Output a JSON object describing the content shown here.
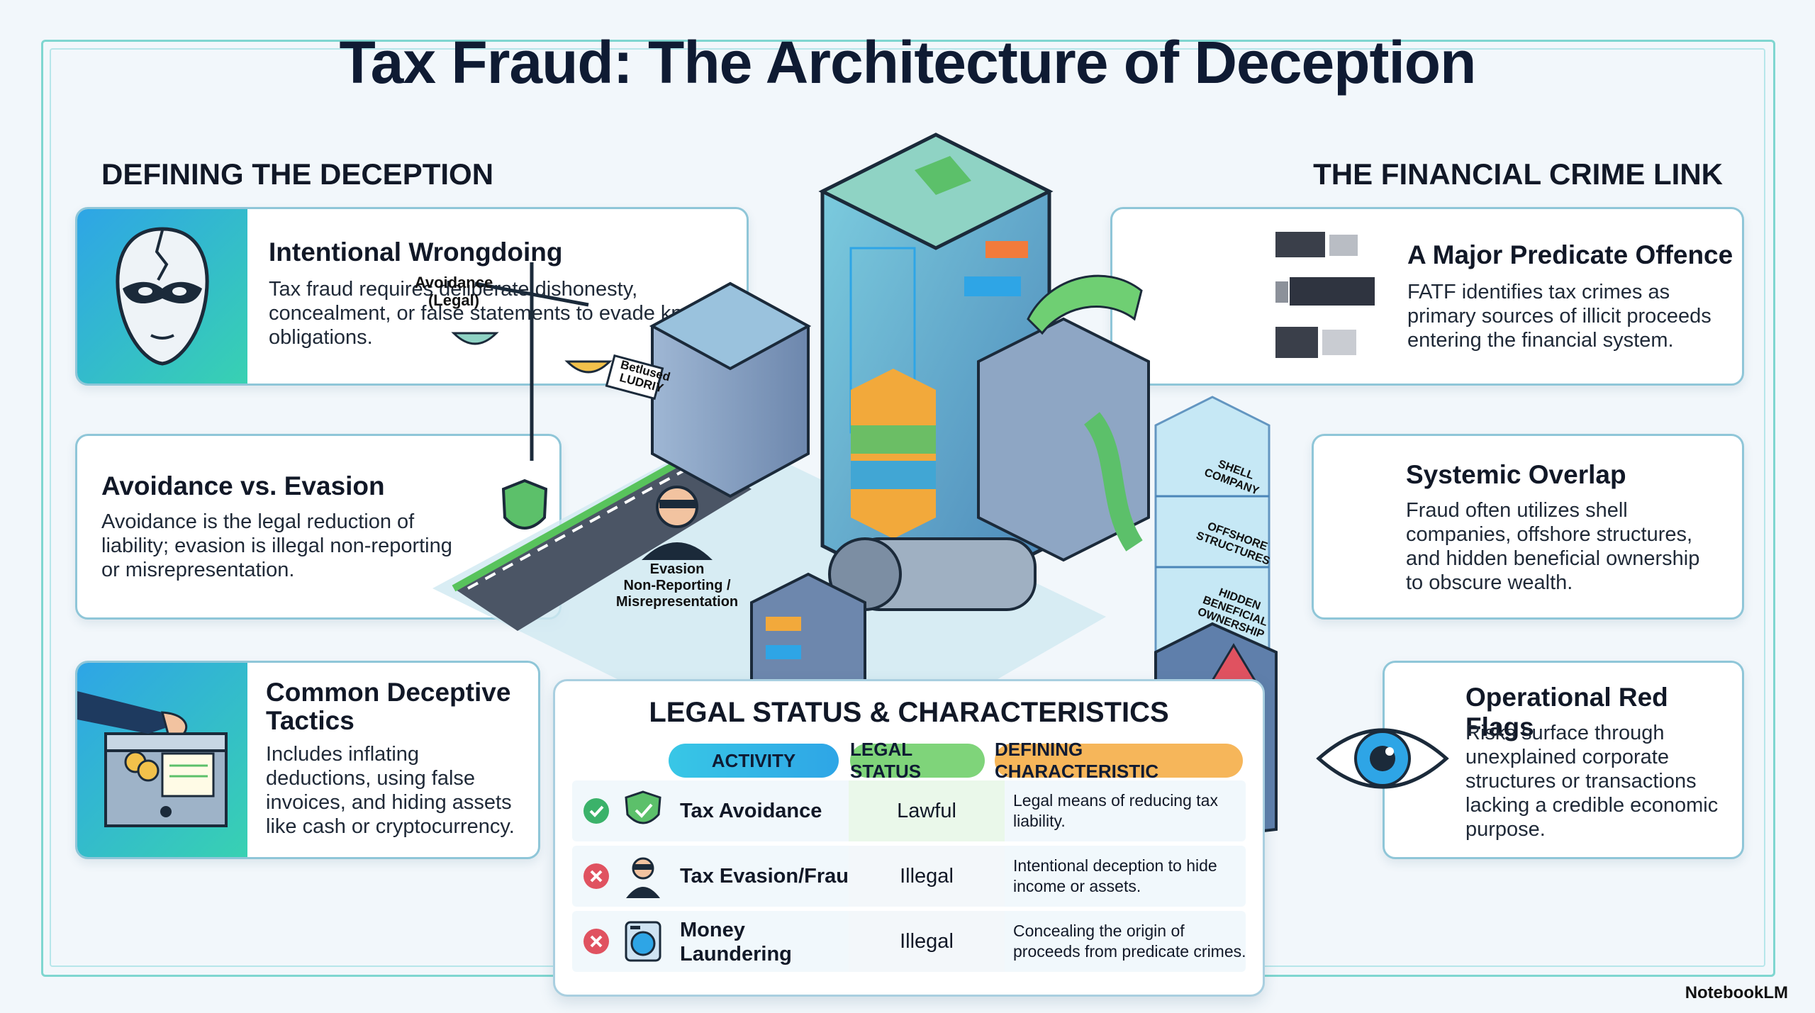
{
  "title": "Tax Fraud: The Architecture of Deception",
  "left_heading": "DEFINING THE DECEPTION",
  "right_heading": "THE FINANCIAL CRIME LINK",
  "cards": {
    "intentional": {
      "title": "Intentional Wrongdoing",
      "text": "Tax fraud requires deliberate dishonesty, concealment, or false statements to evade known obligations."
    },
    "avoidance": {
      "title": "Avoidance vs. Evasion",
      "text": "Avoidance is the legal reduction of liability; evasion is illegal non-reporting or misrepresentation."
    },
    "tactics": {
      "title": "Common Deceptive Tactics",
      "text": "Includes inflating deductions, using false invoices, and hiding assets like cash or cryptocurrency."
    },
    "predicate": {
      "title": "A Major Predicate Offence",
      "text": "FATF identifies tax crimes as primary sources of illicit proceeds entering the financial system."
    },
    "overlap": {
      "title": "Systemic Overlap",
      "text": "Fraud often utilizes shell companies, offshore structures, and hidden beneficial ownership to obscure wealth."
    },
    "redflags": {
      "title": "Operational Red Flags",
      "text": "Risks surface through unexplained corporate structures or transactions lacking a credible economic purpose."
    }
  },
  "scene_labels": {
    "avoidance_legal": "Avoidance\n(Legal)",
    "evasion": "Evasion\nNon-Reporting /\nMisrepresentation",
    "sign": "Betlused\nLUDRIY",
    "shell": "SHELL\nCOMPANY",
    "offshore": "OFFSHORE\nSTRUCTURES",
    "hidden": "HIDDEN\nBENEFICIAL\nOWNERSHIP"
  },
  "table": {
    "title": "LEGAL STATUS & CHARACTERISTICS",
    "headers": [
      "ACTIVITY",
      "LEGAL STATUS",
      "DEFINING CHARACTERISTIC"
    ],
    "rows": [
      {
        "status_icon": "check-icon",
        "icon": "shield-icon",
        "activity": "Tax Avoidance",
        "status": "Lawful",
        "characteristic": "Legal means of reducing tax liability."
      },
      {
        "status_icon": "cross-icon",
        "icon": "masked-figure-icon",
        "activity": "Tax Evasion/Fraud",
        "status": "Illegal",
        "characteristic": "Intentional deception to hide income or assets."
      },
      {
        "status_icon": "cross-icon",
        "icon": "washing-machine-icon",
        "activity": "Money Laundering",
        "status": "Illegal",
        "characteristic": "Concealing the origin of proceeds from predicate crimes."
      }
    ]
  },
  "branding": "NotebookLM",
  "colors": {
    "teal": "#38d1b2",
    "blue": "#2ea5e6",
    "green": "#5cc06a",
    "orange": "#f2a93b",
    "red": "#e05260"
  }
}
